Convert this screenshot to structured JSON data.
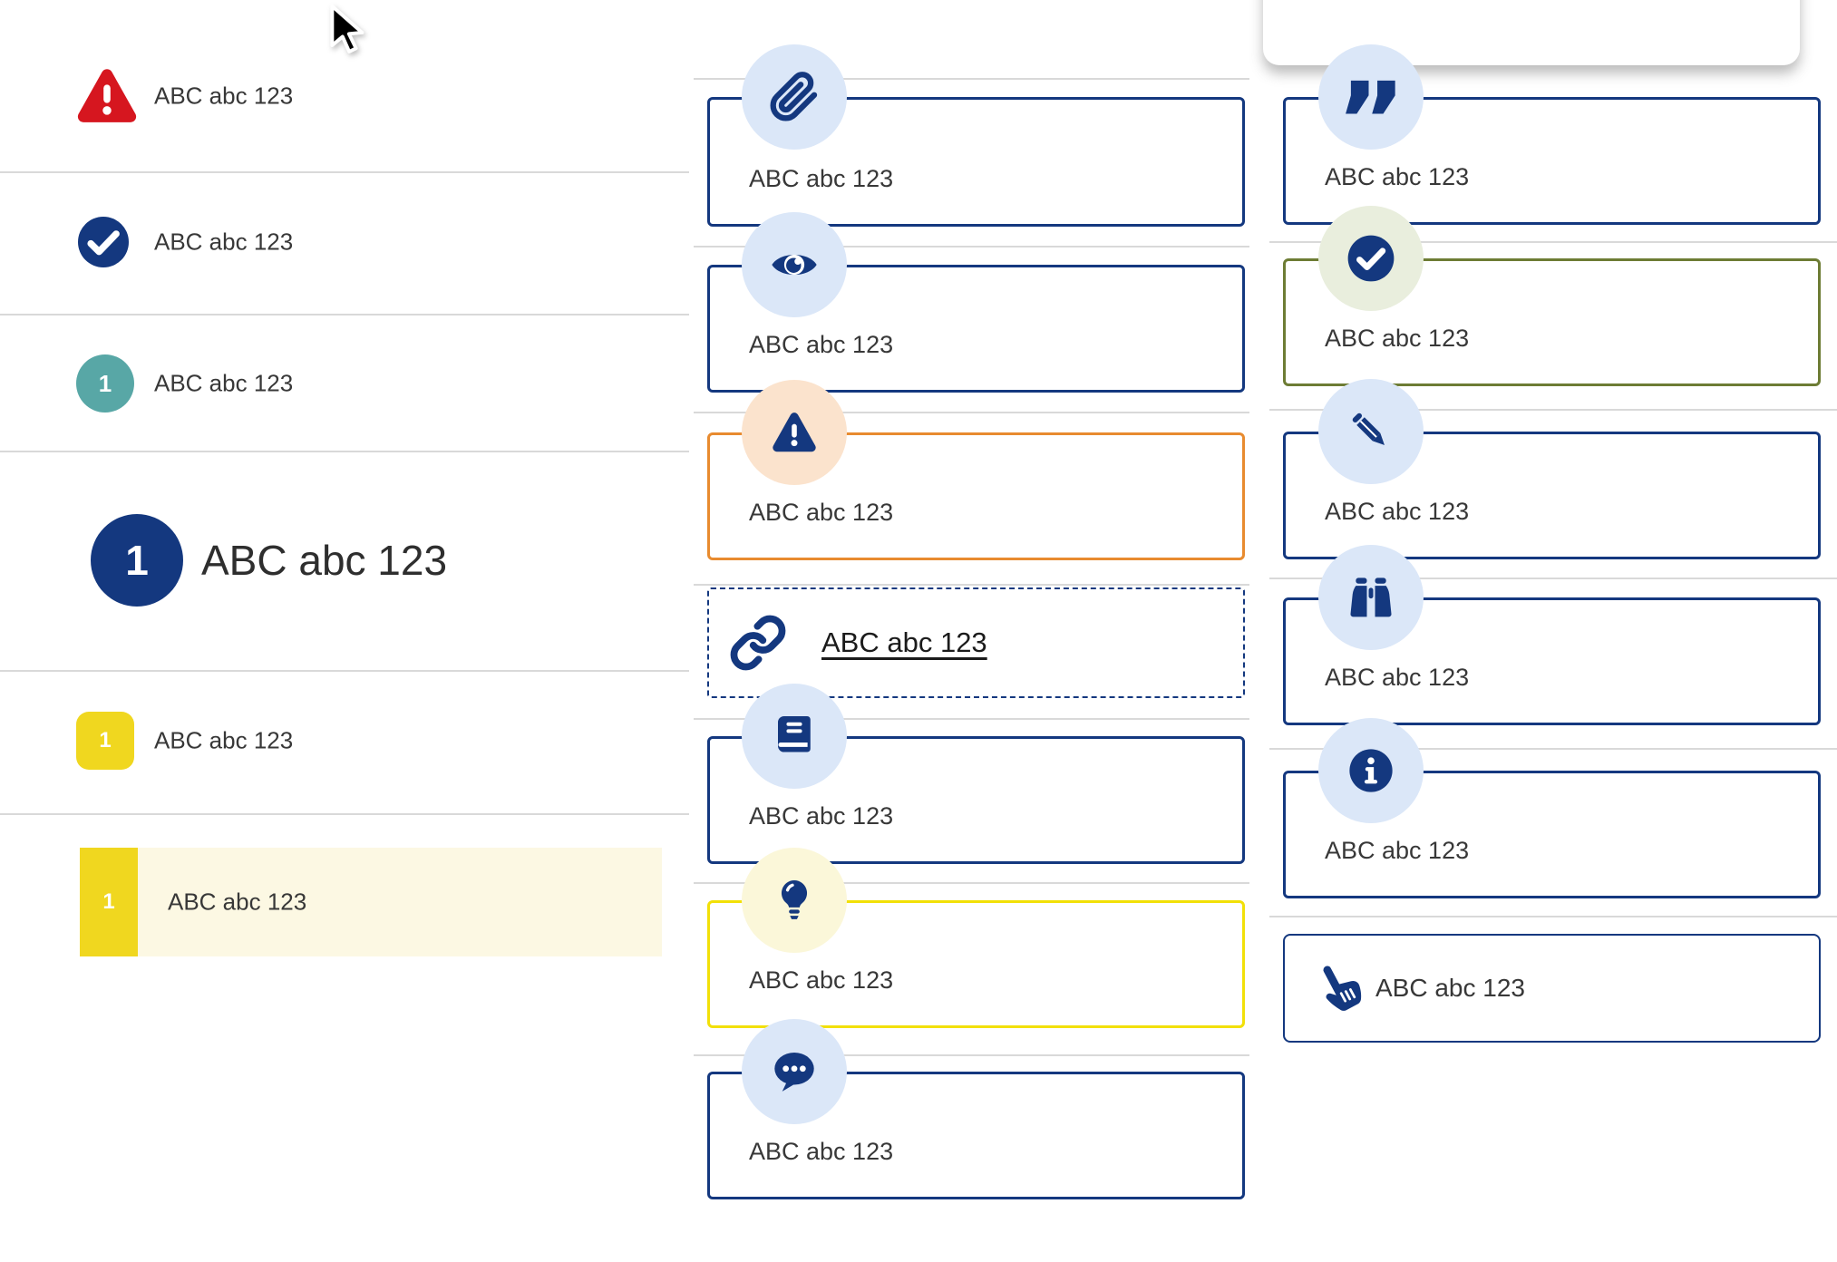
{
  "colors": {
    "navy": "#14387f",
    "circle_blue": "#dbe7f8",
    "red": "#d6161f",
    "teal": "#58a7a6",
    "yellow": "#f0d71f",
    "cream_row": "#fcf8e3",
    "orange": "#e88b2f",
    "peach": "#fbe3cd",
    "bulb_yellow": "#f2e008",
    "bulb_cream": "#fbf7d9",
    "olive": "#6d7c34",
    "sage": "#e9eedd",
    "text": "#383838",
    "link_text": "#1b1b1b",
    "separator": "#d9d9d9"
  },
  "cursor": {
    "type": "arrow-pointer"
  },
  "left_list": {
    "rows": [
      {
        "icon": "warning-triangle-icon",
        "label": "ABC abc 123"
      },
      {
        "icon": "check-circle-icon",
        "label": "ABC abc 123"
      },
      {
        "icon": "number-badge-teal",
        "badge": "1",
        "label": "ABC abc 123"
      },
      {
        "icon": "number-badge-navy-large",
        "badge": "1",
        "label": "ABC abc 123"
      },
      {
        "icon": "number-badge-yellow",
        "badge": "1",
        "label": "ABC abc 123"
      },
      {
        "icon": "number-badge-yellow",
        "badge": "1",
        "label": "ABC abc 123",
        "highlighted": true
      }
    ]
  },
  "middle_callouts": [
    {
      "icon": "paperclip-icon",
      "label": "ABC abc 123",
      "variant": "navy"
    },
    {
      "icon": "eye-icon",
      "label": "ABC abc 123",
      "variant": "navy"
    },
    {
      "icon": "warning-triangle-icon",
      "label": "ABC abc 123",
      "variant": "orange"
    },
    {
      "icon": "link-icon",
      "label": "ABC abc 123",
      "variant": "dashed-link"
    },
    {
      "icon": "book-icon",
      "label": "ABC abc 123",
      "variant": "navy"
    },
    {
      "icon": "lightbulb-icon",
      "label": "ABC abc 123",
      "variant": "yellow"
    },
    {
      "icon": "chat-icon",
      "label": "ABC abc 123",
      "variant": "navy"
    }
  ],
  "right_callouts": [
    {
      "icon": "quote-icon",
      "label": "ABC abc 123",
      "variant": "navy"
    },
    {
      "icon": "check-circle-icon",
      "label": "ABC abc 123",
      "variant": "olive"
    },
    {
      "icon": "pencil-icon",
      "label": "ABC abc 123",
      "variant": "navy"
    },
    {
      "icon": "binoculars-icon",
      "label": "ABC abc 123",
      "variant": "navy"
    },
    {
      "icon": "info-icon",
      "label": "ABC abc 123",
      "variant": "navy"
    },
    {
      "icon": "hand-point-icon",
      "label": "ABC abc 123",
      "variant": "navy-inline"
    }
  ],
  "icons": {
    "quote_glyph": "”"
  }
}
